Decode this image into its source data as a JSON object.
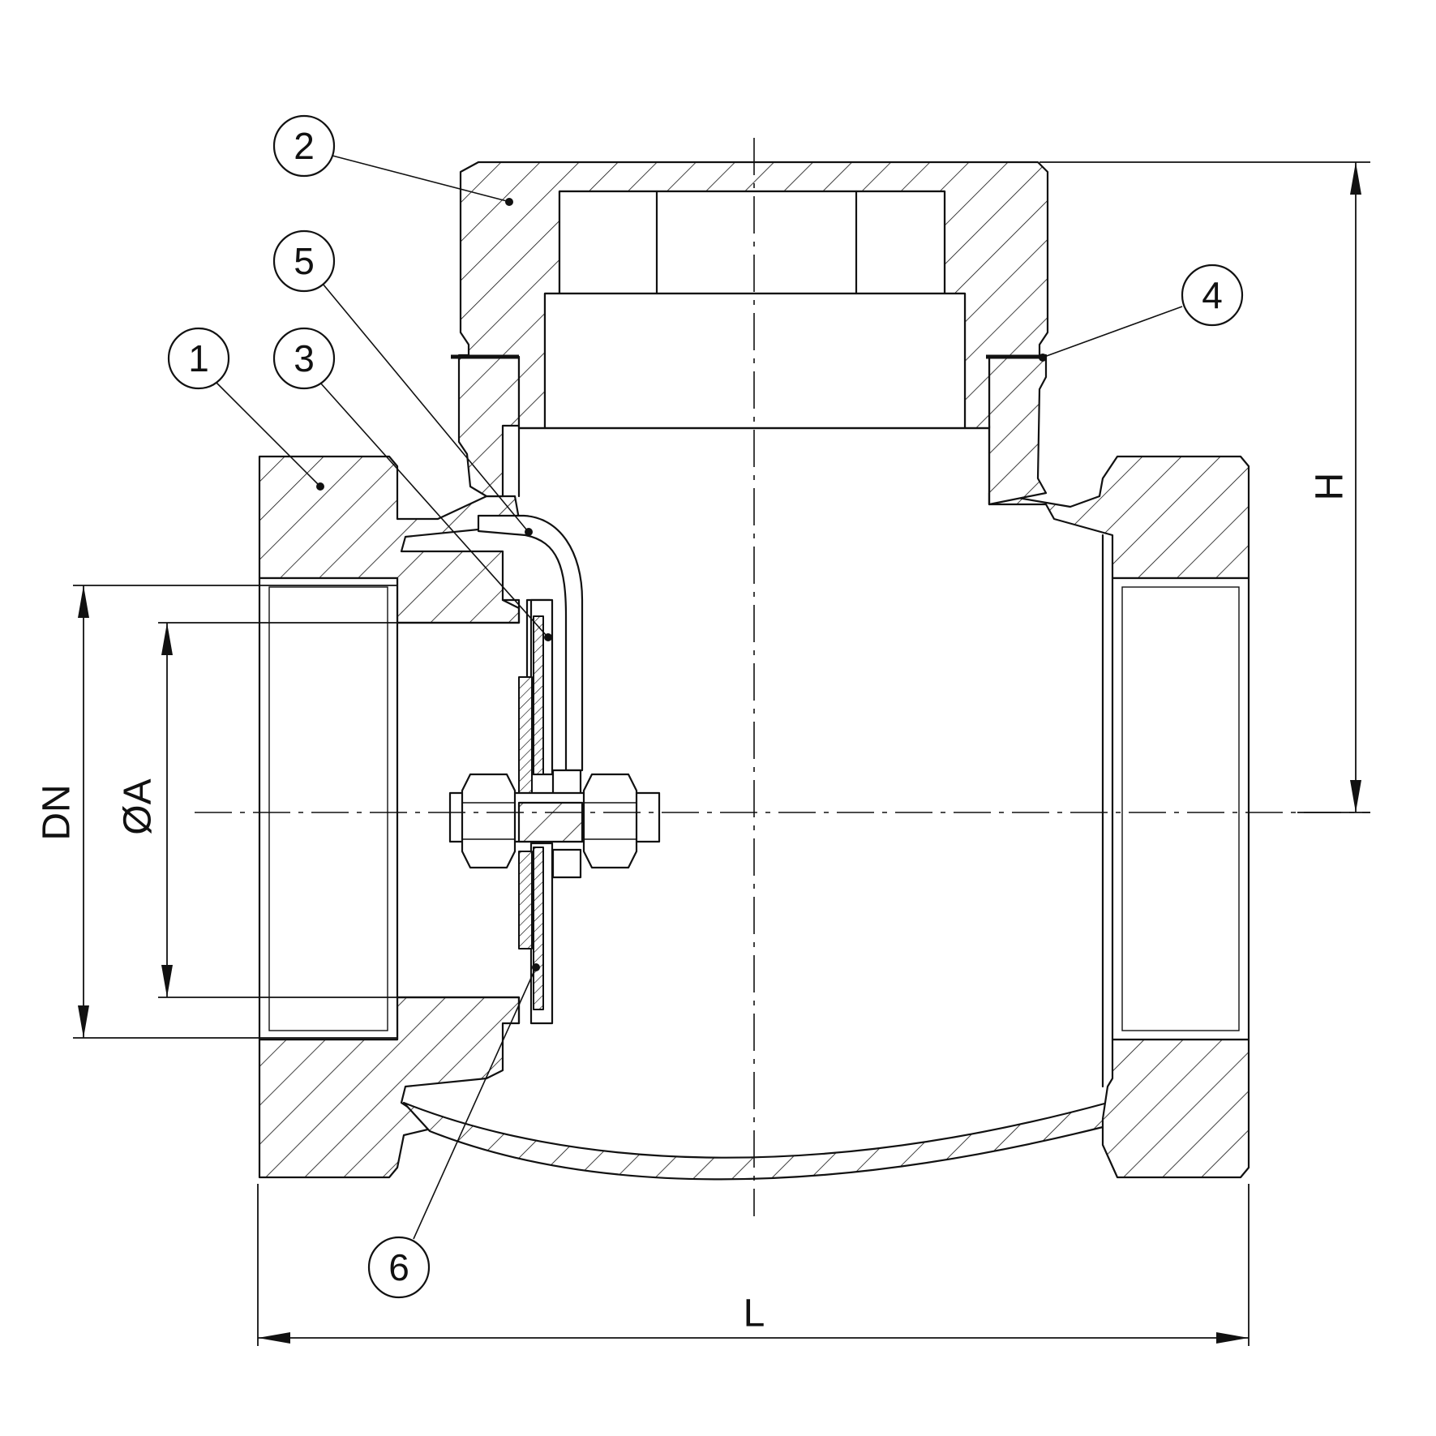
{
  "callouts": [
    {
      "label": "1"
    },
    {
      "label": "2"
    },
    {
      "label": "3"
    },
    {
      "label": "4"
    },
    {
      "label": "5"
    },
    {
      "label": "6"
    }
  ],
  "dimensions": {
    "length": "L",
    "height": "H",
    "nominal_diameter": "DN",
    "seat_diameter": "ØA"
  },
  "colors": {
    "line": "#111111",
    "background": "#ffffff"
  }
}
